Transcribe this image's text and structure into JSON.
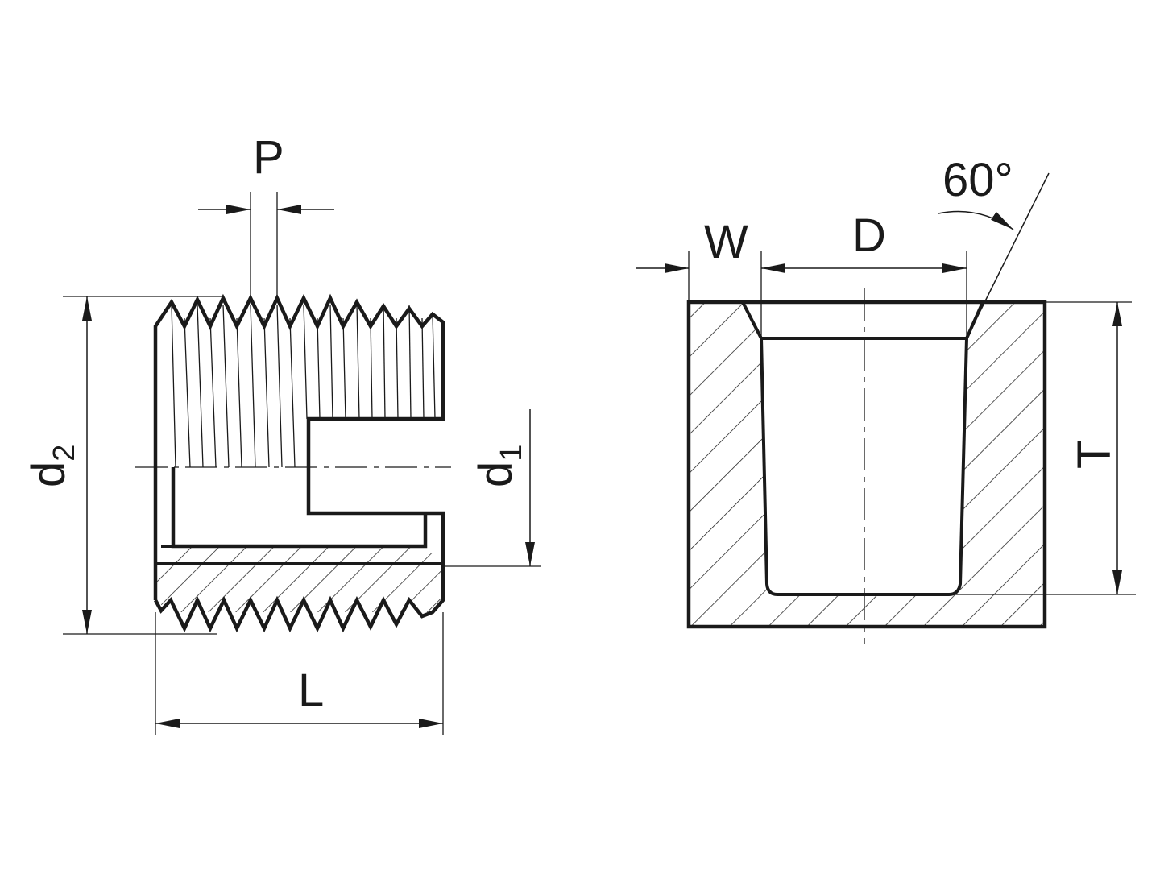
{
  "labels": {
    "pitch": "P",
    "outer_diameter": "d",
    "outer_diameter_sub": "2",
    "inner_diameter": "d",
    "inner_diameter_sub": "1",
    "length": "L",
    "chamfer_width": "W",
    "hole_diameter": "D",
    "countersink_angle": "60°",
    "hole_depth": "T"
  },
  "colors": {
    "line": "#1a1a1a",
    "background": "#ffffff"
  }
}
